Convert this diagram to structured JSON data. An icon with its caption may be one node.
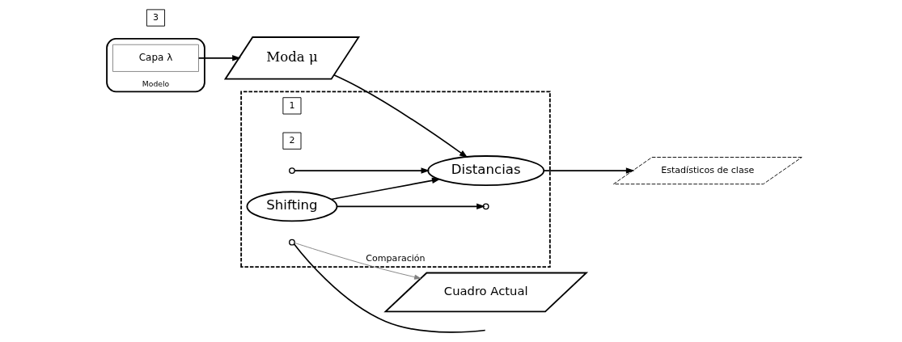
{
  "diagram": {
    "nodes": [
      {
        "text": [
          "Comparación"
        ]
      },
      {
        "text": [
          "1"
        ],
        "in": 0
      },
      {
        "text": [
          "2"
        ],
        "in": 0
      },
      {
        "text": [
          "3"
        ]
      },
      {
        "text": [
          "Cuadro Actual"
        ]
      },
      {
        "text": [
          "Shifting"
        ],
        "in": 0
      },
      {
        "text": [],
        "shape": "circle",
        "in": 0
      },
      {
        "text": [],
        "shape": "circle",
        "in": 0
      },
      {
        "text": [
          "Distancias"
        ],
        "in": 0
      },
      {
        "text": [
          "Estadísticos de clase"
        ]
      },
      {
        "text": [],
        "shape": "circle",
        "in": 0
      },
      {
        "text": [
          "Moda μ"
        ]
      },
      {
        "text": [
          "Modelo"
        ]
      },
      {
        "text": [
          "Capa λ"
        ],
        "in": 12
      }
    ],
    "edges": [
      {
        "from": 7,
        "to": 4,
        "arrow": "to",
        "color": "#808080"
      },
      {
        "from": 7,
        "to": null,
        "arrow": "none"
      },
      {
        "from": 5,
        "to": 6,
        "arrow": "to"
      },
      {
        "from": 5,
        "to": 8,
        "arrow": "to"
      },
      {
        "from": 10,
        "to": 8,
        "arrow": "to"
      },
      {
        "from": 8,
        "to": 9,
        "arrow": "to"
      },
      {
        "from": 11,
        "to": 8,
        "arrow": "to"
      },
      {
        "from": 13,
        "to": 11,
        "arrow": "to"
      }
    ]
  }
}
